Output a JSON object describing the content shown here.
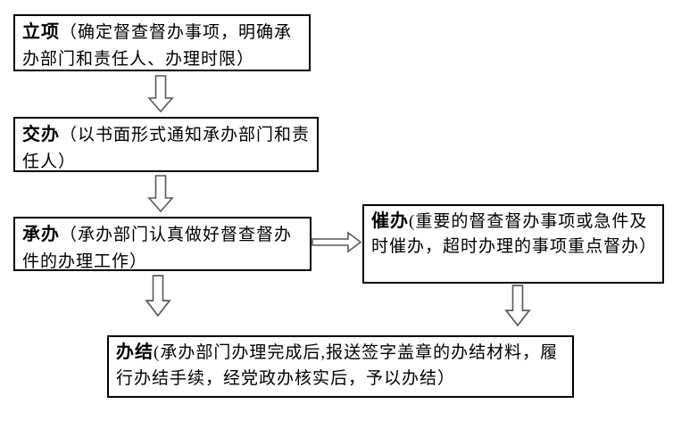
{
  "diagram": {
    "type": "flowchart",
    "nodes": [
      {
        "id": "lixiang",
        "title": "立项",
        "body": "（确定督查督办事项，明确承办部门和责任人、办理时限）"
      },
      {
        "id": "jiaoban",
        "title": "交办",
        "body": "（以书面形式通知承办部门和责任人）"
      },
      {
        "id": "chengban",
        "title": "承办",
        "body": "（承办部门认真做好督查督办件的办理工作）"
      },
      {
        "id": "cuiban",
        "title": "催办",
        "body": "(重要的督查督办事项或急件及时催办，超时办理的事项重点督办）"
      },
      {
        "id": "banjie",
        "title": "办结",
        "body": "(承办部门办理完成后,报送签字盖章的办结材料，履行办结手续，经党政办核实后，予以办结）"
      }
    ],
    "edges": [
      {
        "from": "立项",
        "to": "交办",
        "direction": "down"
      },
      {
        "from": "交办",
        "to": "承办",
        "direction": "down"
      },
      {
        "from": "承办",
        "to": "催办",
        "direction": "right"
      },
      {
        "from": "承办",
        "to": "办结",
        "direction": "down"
      },
      {
        "from": "催办",
        "to": "办结",
        "direction": "down"
      }
    ]
  },
  "colors": {
    "background": "#ffffff",
    "box_border": "#000000",
    "box_bg": "#ffffff",
    "text": "#000000",
    "arrow_outline": "#595959",
    "arrow_fill": "#ffffff"
  }
}
